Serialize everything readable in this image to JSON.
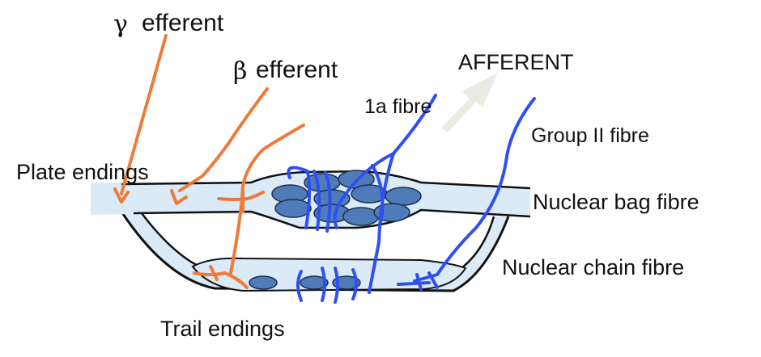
{
  "labels": {
    "gamma_symbol": "γ",
    "gamma_efferent": "efferent",
    "beta_symbol": "β",
    "beta_efferent": "efferent",
    "afferent": "AFFERENT",
    "fibre_1a": "1a fibre",
    "group_ii_fibre": "Group II fibre",
    "plate_endings": "Plate endings",
    "nuclear_bag_fibre": "Nuclear bag fibre",
    "nuclear_chain_fibre": "Nuclear chain fibre",
    "trail_endings": "Trail endings"
  },
  "colors": {
    "efferent_nerve": "#ee7a3a",
    "afferent_nerve": "#2f4ff0",
    "fibre_fill": "#dbeaf7",
    "nucleus_fill": "#4f7bb8",
    "afferent_arrow": "#ecebe3",
    "outline": "#111111"
  },
  "icons": {
    "afferent_arrow": "up-right-arrow-icon"
  }
}
